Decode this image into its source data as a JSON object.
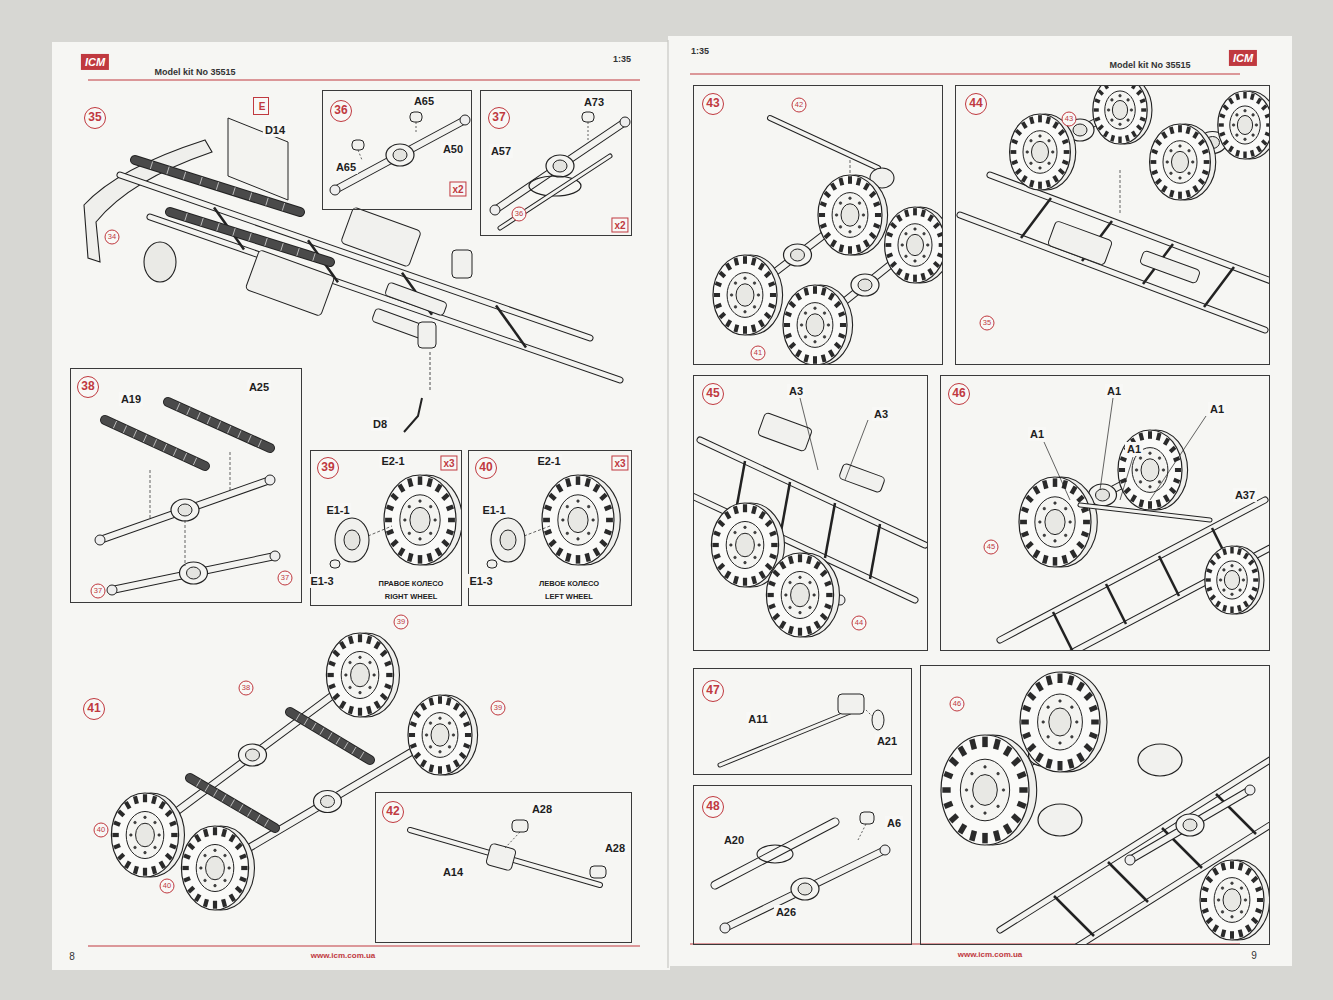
{
  "diagram": {
    "nodes": [
      {
        "text": [
          "E"
        ]
      },
      {
        "text": [
          "36",
          "A65",
          "A65",
          "A50",
          "x2"
        ]
      },
      {
        "text": [
          "37",
          "A73",
          "A57",
          "36",
          "x2"
        ]
      },
      {
        "text": [
          "38",
          "A19",
          "A25",
          "37",
          "37"
        ]
      },
      {
        "text": [
          "39",
          "x3",
          "E2-1",
          "E1-1",
          "E1-3",
          "ПРАВОЕ КОЛЕСО",
          "RIGHT WHEEL"
        ]
      },
      {
        "text": [
          "40",
          "x3",
          "E2-1",
          "E1-1",
          "E1-3",
          "ЛЕВОЕ КОЛЕСО",
          "LEFT WHEEL"
        ]
      },
      {
        "text": [
          "42",
          "A28",
          "A14",
          "A28"
        ]
      },
      {
        "text": [
          "43",
          "42",
          "41"
        ]
      },
      {
        "text": [
          "44",
          "43",
          "35"
        ]
      },
      {
        "text": [
          "45",
          "A3",
          "A3",
          "44"
        ]
      },
      {
        "text": [
          "46",
          "A1",
          "A1",
          "A1",
          "A1",
          "A37",
          "45"
        ]
      },
      {
        "text": [
          "47",
          "A11",
          "A21"
        ]
      },
      {
        "text": [
          "48",
          "A6",
          "A20",
          "A26"
        ]
      },
      {
        "text": [
          "46"
        ]
      }
    ],
    "labels": [
      "ICM",
      "Model kit No 35515",
      "1:35",
      "35",
      "D14",
      "34",
      "D8",
      "41",
      "39",
      "38",
      "39",
      "40",
      "40",
      "8",
      "www.icm.com.ua",
      "1:35",
      "Model kit No 35515",
      "ICM",
      "9",
      "www.icm.com.ua"
    ]
  }
}
